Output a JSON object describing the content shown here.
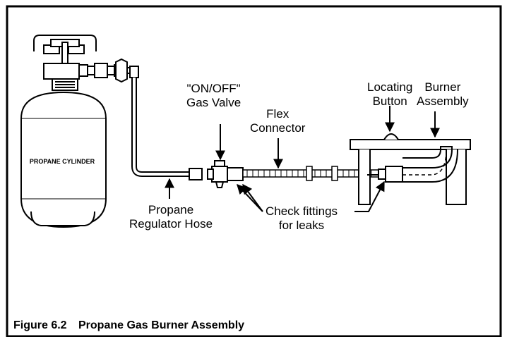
{
  "figure": {
    "number": "Figure 6.2",
    "title": "Propane Gas Burner Assembly"
  },
  "labels": {
    "cylinder": "PROPANE CYLINDER",
    "regulator_hose_line1": "Propane",
    "regulator_hose_line2": "Regulator Hose",
    "gas_valve_line1": "\"ON/OFF\"",
    "gas_valve_line2": "Gas Valve",
    "flex_line1": "Flex",
    "flex_line2": "Connector",
    "locating_line1": "Locating",
    "locating_line2": "Button",
    "burner_line1": "Burner",
    "burner_line2": "Assembly",
    "check_line1": "Check fittings",
    "check_line2": "for leaks"
  }
}
